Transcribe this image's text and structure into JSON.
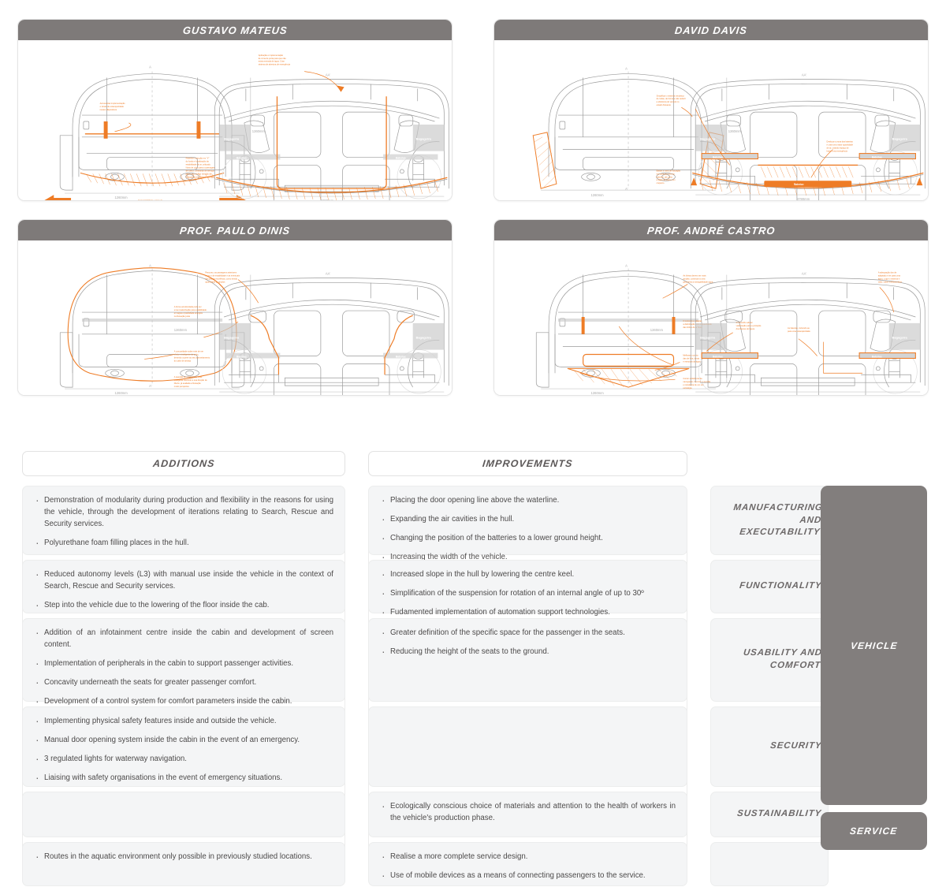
{
  "panels": [
    {
      "id": "gustavo-mateus",
      "title": "GUSTAVO MATEUS",
      "dim_width": "1260mm",
      "dim_height": "1260mm",
      "dim_length": "3780mm",
      "section_label_front": "A",
      "section_label_front_prime": "A'",
      "section_label_top": "AA'",
      "labels": [
        "Bagageira",
        "Bagageira",
        "Baterias",
        "Baterias"
      ],
      "annotations": [
        "Acrescentar implementação e locais de estanquicidade nestes dispositivos",
        "Redefinir a secção em \"V\" do fundo e localização da estabilidade do ar, criticado. Nova de cubo para a carenagem de casco, centrando de serviços pelos seu melhor isenção de flutuação e estabilidade da água",
        "Sustentabilidade e larga de garantia sobre estabilidade em água"
      ]
    },
    {
      "id": "david-davis",
      "title": "DAVID DAVIS",
      "dim_width": "1260mm",
      "dim_height": "1260mm",
      "dim_length": "3780mm",
      "section_label_front": "A",
      "section_label_front_prime": "A'",
      "section_label_top": "AA'",
      "labels": [
        "Bagageira",
        "Bagageira",
        "Baterias",
        "Baterias",
        "Baterias"
      ],
      "annotations": [
        "Simplificar o sistema mecânico de rodas, de forma a não reduzir a eficiência do veículo no estado flutuante",
        "Deslocar a zona das baterias de flutuação e uma maior quantidade de ar, criando espaço de haver uma emergência",
        "Baixar a zona de flutuação em conjunto com baterias, tal como o casco"
      ]
    },
    {
      "id": "prof-paulo-dinis",
      "title": "PROF.  PAULO DINIS",
      "dim_width": "1260mm",
      "dim_height": "1260mm",
      "dim_length": "3780mm",
      "section_label_front": "A",
      "section_label_front_prime": "A'",
      "section_label_top": "AA'",
      "labels": [
        "Bagageira",
        "Bagageira",
        "Baterias",
        "Baterias"
      ],
      "annotations": [
        "Percurso, as passagens anteriores como o de estabilidade e as eventuais dos pilares excelência, como sendo quantidade as amplos",
        "A forma arredondada pode ser uma revalorização para a estabilidade em água e quantidade enérgica na flutuação justa",
        "A concavidade sobre este de ser efeito e inteligente de peito, devendo ocorrer ao seu aproveitamento do calor de arranjo",
        "A questão de estabilidade nota, inteligente devendo a sua direção de liberte, já avaliada a flutuação muito perspetiva"
      ]
    },
    {
      "id": "prof-andre-castro",
      "title": "PROF.  ANDRÉ CASTRO",
      "dim_width": "1260mm",
      "dim_height": "1260mm",
      "dim_length": "3780mm",
      "section_label_front": "A",
      "section_label_front_prime": "A'",
      "section_label_top": "AA'",
      "labels": [
        "Bagageira",
        "Bagageira",
        "Baterias",
        "Baterias"
      ],
      "annotations": [
        "As linhas devem ser mais amplas, continuar a uma geometria a navegabilidade água",
        "A estanquicidade das vedações e por ser um verificado em água, como estas uma mais visualmente destas",
        "O conceito e adaptar a delimitação para a quantidade das linhas de ar fluxo",
        "As baterias devem mudar de grau para a estanquicidade em água",
        "Melhorar o ponto das de lista, desta e estrutura da água",
        "Conter a distância da navegação, havendo a secção e relevância de um sob estratégia"
      ]
    }
  ],
  "table": {
    "headers": {
      "additions": "ADDITIONS",
      "improvements": "IMPROVEMENTS"
    },
    "mega_blocks": {
      "vehicle": "VEHICLE",
      "service": "SERVICE"
    },
    "rows": [
      {
        "category": "MANUFACTURING\nAND EXECUTABILITY",
        "additions": [
          "Demonstration of modularity during production and flexibility in the reasons for using the vehicle, through the development of iterations relating to Search, Rescue and Security services.",
          "Polyurethane foam filling places in the hull."
        ],
        "improvements": [
          "Placing the door opening line above the waterline.",
          "Expanding the air cavities in the hull.",
          "Changing the position of the batteries to a lower ground height.",
          "Increasing the width of the vehicle."
        ]
      },
      {
        "category": "FUNCTIONALITY",
        "additions": [
          "Reduced autonomy levels (L3) with manual use inside the vehicle in the context of Search, Rescue and Security services.",
          "Step into the vehicle due to the lowering of the floor inside the cab."
        ],
        "improvements": [
          "Increased slope in the hull by lowering the centre keel.",
          "Simplification of the suspension for rotation of an internal angle of up to 30º",
          "Fudamented implementation of automation support technologies."
        ]
      },
      {
        "category": "USABILITY AND\nCOMFORT",
        "additions": [
          "Addition of an infotainment centre inside the cabin and development of screen content.",
          "Implementation of peripherals in the cabin to support passenger activities.",
          "Concavity underneath the seats for greater passenger comfort.",
          "Development of a control system for comfort parameters inside the cabin."
        ],
        "improvements": [
          "Greater definition of the specific space for the passenger in the seats.",
          "Reducing the height of the seats to the ground."
        ]
      },
      {
        "category": "SECURITY",
        "additions": [
          "Implementing physical safety features inside and outside the vehicle.",
          "Manual door opening system inside the cabin in the event of an emergency.",
          "3 regulated lights for waterway navigation.",
          "Liaising with safety organisations in the event of emergency situations."
        ],
        "improvements": []
      },
      {
        "category": "SUSTAINABILITY",
        "additions": [],
        "improvements": [
          "Ecologically conscious choice of materials and attention to the health of workers in the vehicle's production phase."
        ]
      },
      {
        "category": "",
        "additions": [
          "Routes in the aquatic environment only possible in previously studied locations."
        ],
        "improvements": [
          "Realise a more complete service design.",
          "Use of mobile devices as a means of connecting passengers to the service."
        ]
      }
    ]
  },
  "colors": {
    "header_grey": "#7e7a79",
    "mega_grey": "#827e7d",
    "cell_bg": "#f4f5f6",
    "accent_orange": "#ee7c26",
    "line_grey": "#9a9a9a",
    "text_grey": "#4c4a4a"
  }
}
